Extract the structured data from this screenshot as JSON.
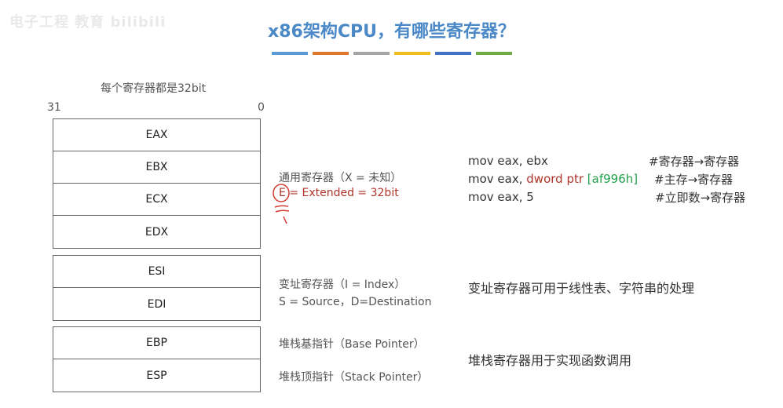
{
  "watermark": "电子工程 教育 bilibili",
  "title": "x86架构CPU，有哪些寄存器？",
  "stripe_colors": [
    "#5b9bd5",
    "#e0772f",
    "#a5a5a5",
    "#f0be1e",
    "#4472c4",
    "#70ad47"
  ],
  "caption": "每个寄存器都是32bit",
  "bit_high": "31",
  "bit_low": "0",
  "groups": [
    {
      "registers": [
        "EAX",
        "EBX",
        "ECX",
        "EDX"
      ]
    },
    {
      "registers": [
        "ESI",
        "EDI"
      ]
    },
    {
      "registers": [
        "EBP",
        "ESP"
      ]
    }
  ],
  "general": {
    "label": "通用寄存器（X = 未知）",
    "e_letter": "E",
    "e_rest": "= Extended = 32bit"
  },
  "index": {
    "label": "变址寄存器（I = Index）",
    "sub": "S = Source，D=Destination",
    "note": "变址寄存器可用于线性表、字符串的处理"
  },
  "stack": {
    "bp_label": "堆栈基指针（Base Pointer）",
    "sp_label": "堆栈顶指针（Stack Pointer）",
    "note": "堆栈寄存器用于实现函数调用"
  },
  "code_lines": [
    {
      "instr": "mov eax, ebx",
      "comment": "#寄存器→寄存器"
    },
    {
      "instr_a": "mov eax, ",
      "instr_b": "dword ptr",
      "instr_c": "[af996h]",
      "comment": "#主存→寄存器"
    },
    {
      "instr": "mov eax, 5",
      "comment": "#立即数→寄存器"
    }
  ]
}
